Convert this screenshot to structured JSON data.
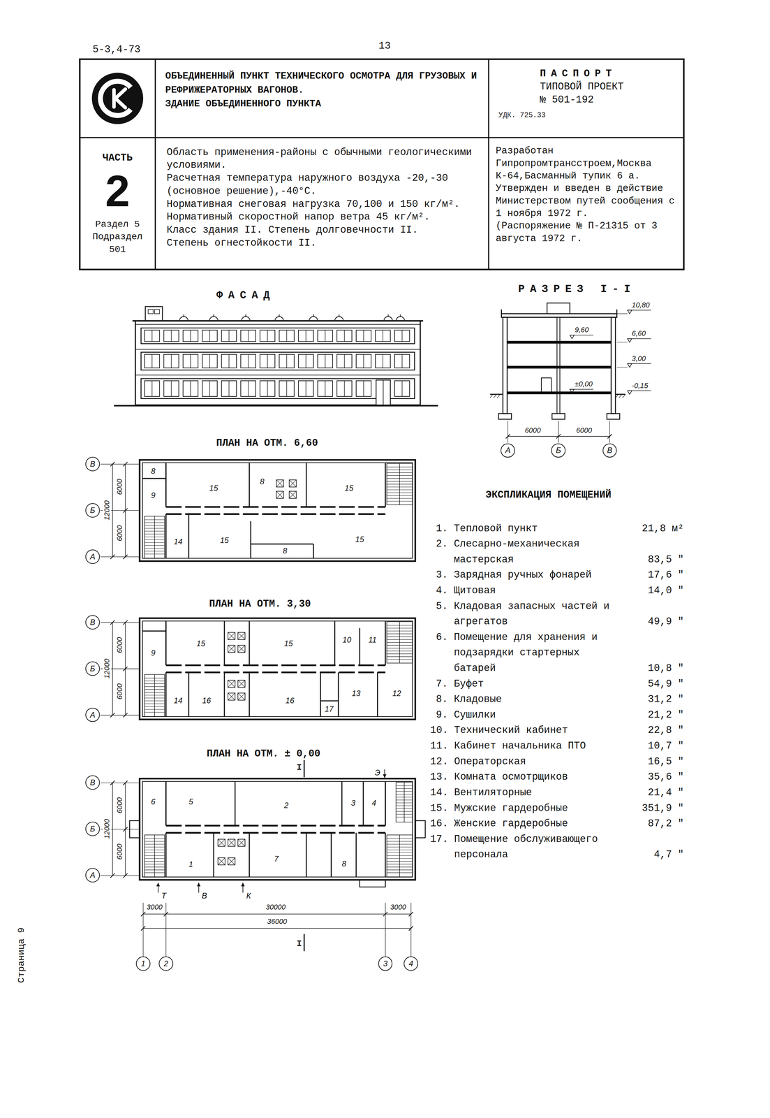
{
  "diagram": {
    "nodes": [
      {
        "text": [
          "ОБЪЕДИНЕННЫЙ ПУНКТ ТЕХНИЧЕСКОГО ОСМОТРА ДЛЯ ГРУЗОВЫХ И РЕФРИЖЕРАТОРНЫХ ВАГОНОВ.",
          "ЗДАНИЕ ОБЪЕДИНЕННОГО ПУНКТА"
        ]
      },
      {
        "text": [
          "ПАСПОРТ",
          "ТИПОВОЙ ПРОЕКТ",
          "№ 501-192",
          "УДК. 725.33"
        ]
      },
      {
        "text": [
          "ЧАСТЬ",
          "2",
          "Раздел 5 Подраздел 501"
        ]
      },
      {
        "text": [
          "Область применения-районы с обычными геологическими условиями.",
          "Расчетная температура наружного воздуха -20,-30 (основное решение),-40°С.",
          "Нормативная снеговая нагрузка 70,100 и 150 кг/м².",
          "Нормативный скоростной напор ветра 45 кг/м².",
          "Класс здания II. Степень долговечности II.",
          "Степень огнестойкости II."
        ]
      },
      {
        "text": [
          "Разработан Гипропромтрансстроем,Москва К-64,Басманный тупик 6 а.",
          "Утвержден и введен в действие Министерством путей сообщения с 1 ноября 1972 г.",
          "(Распоряжение № П-21315 от 3 августа 1972 г."
        ]
      },
      {
        "text": [
          "А"
        ]
      },
      {
        "text": [
          "Б"
        ]
      },
      {
        "text": [
          "В"
        ]
      },
      {
        "text": [
          "В"
        ]
      },
      {
        "text": [
          "Б"
        ]
      },
      {
        "text": [
          "А"
        ]
      },
      {
        "text": [
          "В"
        ]
      },
      {
        "text": [
          "Б"
        ]
      },
      {
        "text": [
          "А"
        ]
      },
      {
        "text": [
          "В"
        ]
      },
      {
        "text": [
          "Б"
        ]
      },
      {
        "text": [
          "А"
        ]
      },
      {
        "text": [
          "1"
        ]
      },
      {
        "text": [
          "2"
        ]
      },
      {
        "text": [
          "3"
        ]
      },
      {
        "text": [
          "4"
        ]
      }
    ],
    "labels": [
      "5-3,4-73",
      "13",
      "ФАСАД",
      "РАЗРЕЗ I-I",
      "10,80",
      "9,60",
      "6,60",
      "3,00",
      "±0,00",
      "-0,15",
      "6000",
      "6000",
      "ПЛАН НА ОТМ. 6,60",
      "6000",
      "6000",
      "12000",
      "8",
      "9",
      "15",
      "8",
      "15",
      "14",
      "15",
      "8",
      "15",
      "ПЛАН НА ОТМ. 3,30",
      "6000",
      "6000",
      "12000",
      "9",
      "15",
      "15",
      "10",
      "11",
      "14",
      "16",
      "16",
      "17",
      "13",
      "12",
      "ПЛАН НА ОТМ. ± 0,00",
      "I",
      "Э",
      "6000",
      "6000",
      "12000",
      "6",
      "5",
      "2",
      "3",
      "4",
      "1",
      "7",
      "8",
      "Т",
      "В",
      "К",
      "3000",
      "30000",
      "3000",
      "36000",
      "I",
      "ЭКСПЛИКАЦИЯ ПОМЕЩЕНИЙ",
      "1. Тепловой пункт",
      "21,8 м²",
      "2. Слесарно-механическая мастерская",
      "83,5 \"",
      "3. Зарядная ручных фонарей",
      "17,6 \"",
      "4. Щитовая",
      "14,0 \"",
      "5. Кладовая запасных частей и агрегатов",
      "49,9 \"",
      "6. Помещение для хранения и подзарядки стартерных батарей",
      "10,8 \"",
      "7. Буфет",
      "54,9 \"",
      "8. Кладовые",
      "31,2 \"",
      "9. Сушилки",
      "21,2 \"",
      "10. Технический кабинет",
      "22,8 \"",
      "11. Кабинет начальника ПТО",
      "10,7 \"",
      "12. Операторская",
      "16,5 \"",
      "13. Комната осмотрщиков",
      "35,6 \"",
      "14. Вентиляторные",
      "21,4 \"",
      "15. Мужские гардеробные",
      "351,9 \"",
      "16. Женские гардеробные",
      "87,2 \"",
      "17. Помещение обслуживающего персонала",
      "4,7 \"",
      "Страница 9"
    ]
  }
}
